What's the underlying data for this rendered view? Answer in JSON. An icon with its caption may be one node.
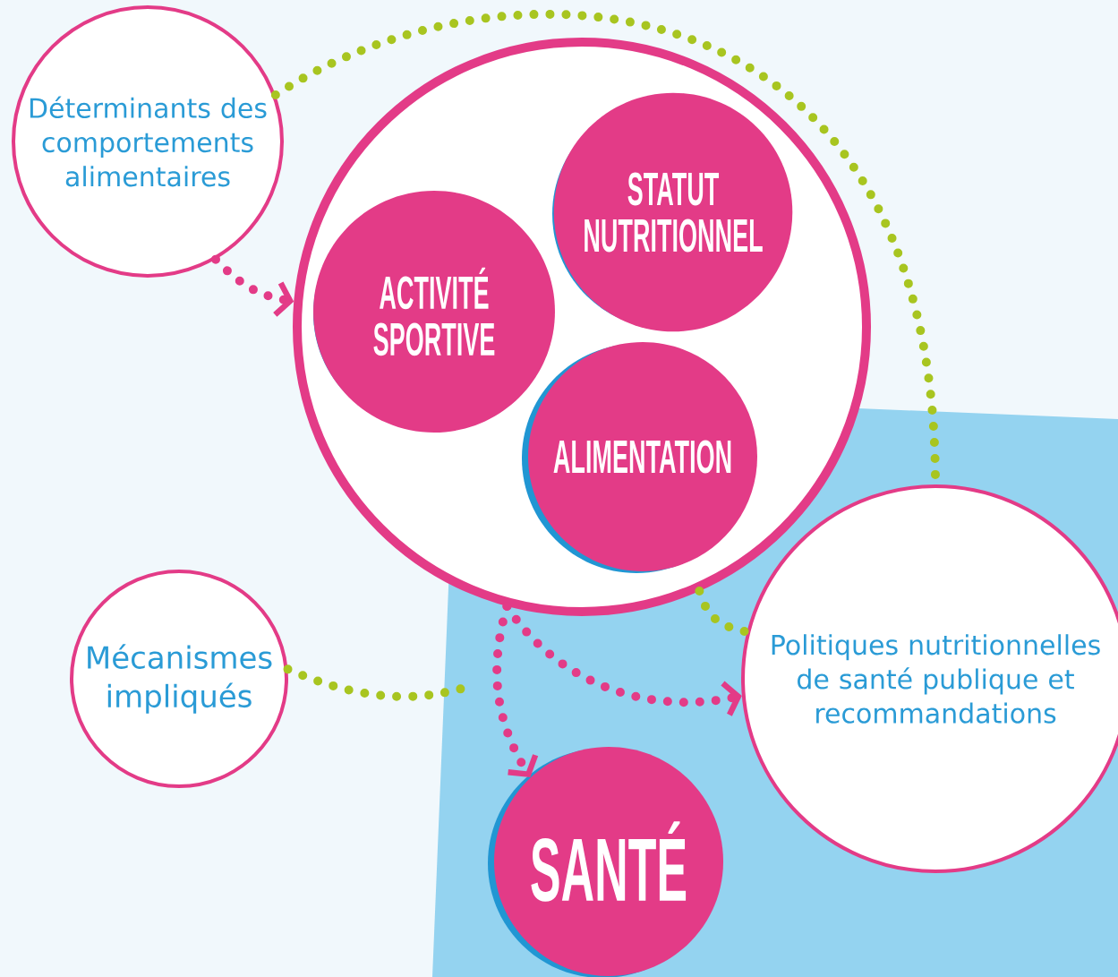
{
  "diagram": {
    "nodes": [
      {
        "text": [
          "Déterminants des comportements alimentaires"
        ]
      },
      {
        "text": [],
        "shape": "circle"
      },
      {
        "text": [
          "STATUT NUTRITIONNEL"
        ],
        "in": 1
      },
      {
        "text": [
          "ACTIVITÉ SPORTIVE"
        ],
        "in": 1
      },
      {
        "text": [
          "ALIMENTATION"
        ],
        "in": 1
      },
      {
        "text": [
          "Mécanismes impliqués"
        ]
      },
      {
        "text": [
          "Politiques nutritionnelles de santé publique et recommandations"
        ]
      },
      {
        "text": [
          "SANTÉ"
        ]
      }
    ],
    "edges": [
      {
        "from": 0,
        "to": 1,
        "arrow": "to",
        "color": "#e33b87"
      },
      {
        "from": 0,
        "to": 6,
        "arrow": "none",
        "color": "#a8c520"
      },
      {
        "from": 1,
        "to": 7,
        "arrow": "to",
        "color": "#e33b87"
      },
      {
        "from": 1,
        "to": 6,
        "arrow": "to",
        "color": "#e33b87"
      },
      {
        "from": 5,
        "to": null,
        "arrow": "none",
        "color": "#a8c520"
      },
      {
        "from": 1,
        "to": 6,
        "arrow": "none",
        "color": "#a8c520"
      }
    ]
  }
}
